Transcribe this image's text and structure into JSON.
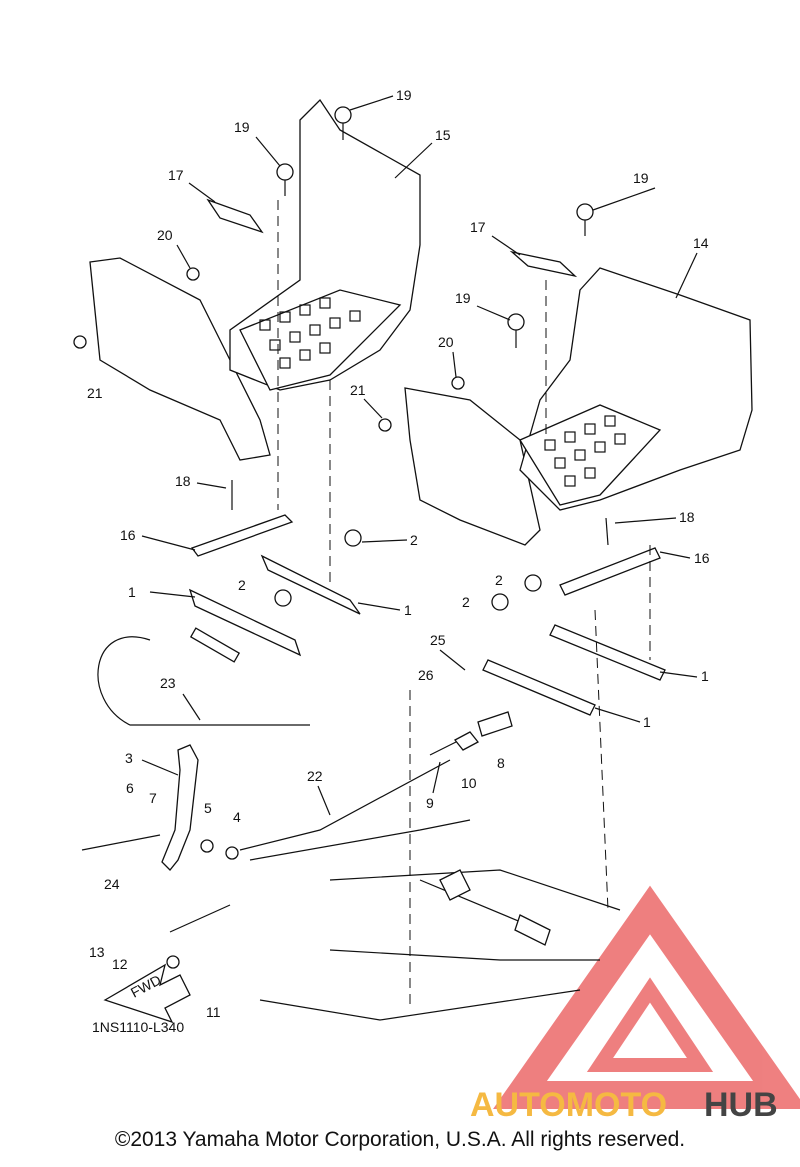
{
  "diagram_code": "1NS1110-L340",
  "fwd_label": "FWD",
  "copyright": "©2013 Yamaha Motor Corporation, U.S.A. All rights reserved.",
  "watermark": {
    "part1": "AUTOMOTO",
    "part2": "HUB",
    "color1": "#f5b942",
    "color2": "#444444",
    "triangle_color": "#e84a4a"
  },
  "callouts": [
    "19",
    "19",
    "15",
    "17",
    "20",
    "21",
    "19",
    "17",
    "14",
    "19",
    "20",
    "21",
    "18",
    "16",
    "2",
    "1",
    "2",
    "1",
    "18",
    "16",
    "2",
    "2",
    "1",
    "25",
    "26",
    "1",
    "23",
    "3",
    "8",
    "10",
    "22",
    "9",
    "6",
    "7",
    "5",
    "4",
    "24",
    "13",
    "12",
    "11"
  ]
}
